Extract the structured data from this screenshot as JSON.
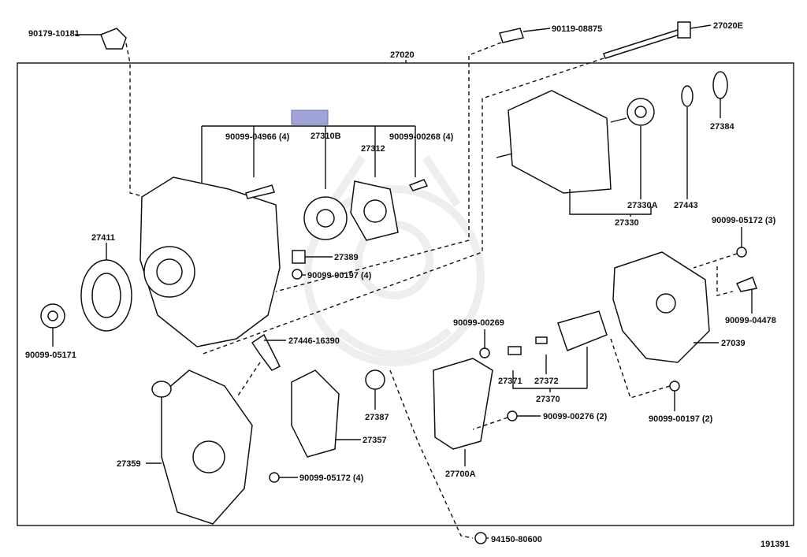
{
  "diagram_number": "191391",
  "assembly": "27020",
  "highlight_color": "#a0a4d8",
  "labels": {
    "p90179_10181": "90179-10181",
    "p90119_08875": "90119-08875",
    "p27020E": "27020E",
    "p90099_04966": "90099-04966 (4)",
    "p27310B": "27310B",
    "p27312": "27312",
    "p90099_00268": "90099-00268 (4)",
    "p27384": "27384",
    "p27330A": "27330A",
    "p27443": "27443",
    "p27330": "27330",
    "p90099_05172_3": "90099-05172 (3)",
    "p27411": "27411",
    "p27389": "27389",
    "p90099_00197_4": "90099-00197 (4)",
    "p90099_04478": "90099-04478",
    "p27039": "27039",
    "p27446_16390": "27446-16390",
    "p90099_05171": "90099-05171",
    "p90099_00269": "90099-00269",
    "p27371": "27371",
    "p27372": "27372",
    "p27370": "27370",
    "p27387": "27387",
    "p90099_00276": "90099-00276 (2)",
    "p90099_00197_2": "90099-00197 (2)",
    "p27357": "27357",
    "p27359": "27359",
    "p90099_05172_4": "90099-05172 (4)",
    "p27700A": "27700A",
    "p94150_80600": "94150-80600"
  }
}
